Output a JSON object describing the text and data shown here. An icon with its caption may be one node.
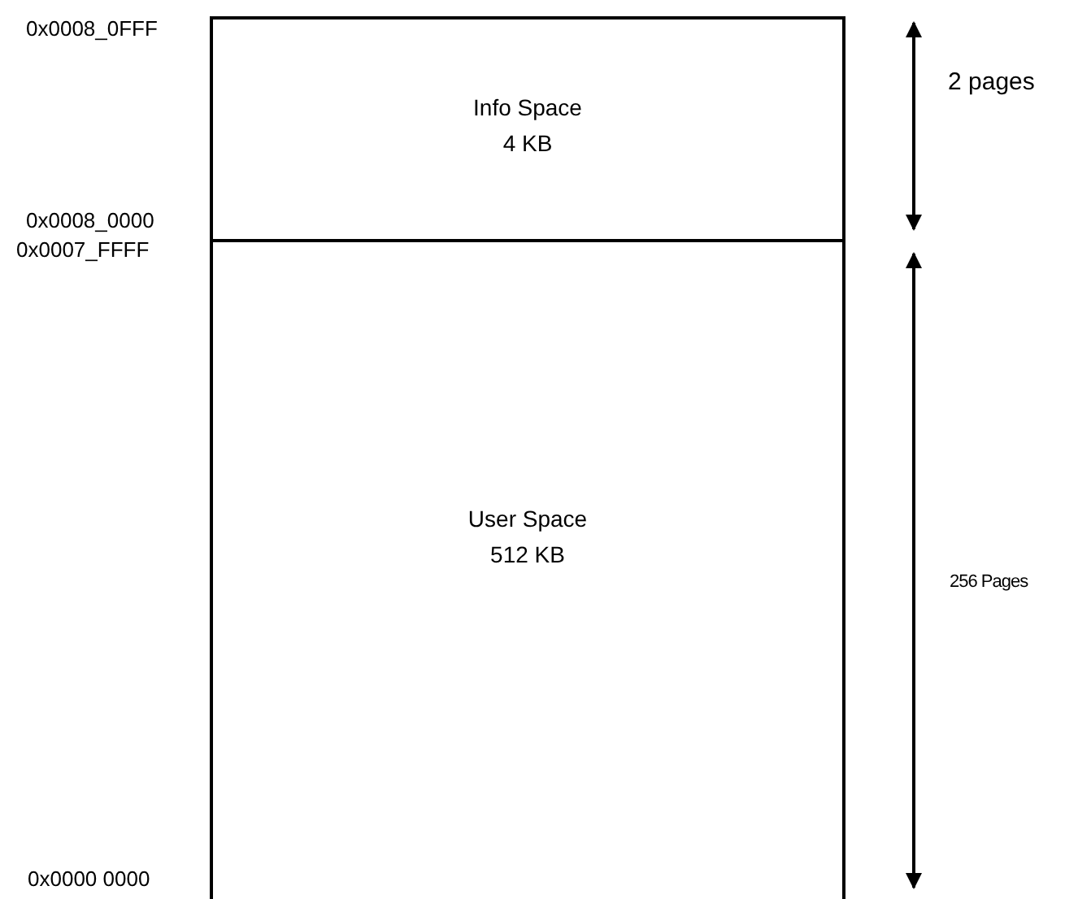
{
  "diagram": {
    "nodes": [
      {
        "text": [
          "Info Space",
          "4 KB"
        ]
      },
      {
        "text": [
          "User Space",
          "512 KB"
        ]
      }
    ],
    "labels": [
      "0x0008_0FFF",
      "2 pages",
      "0x0008_0000",
      "0x0007_FFFF",
      "256 Pages",
      "0x0000 0000"
    ]
  }
}
